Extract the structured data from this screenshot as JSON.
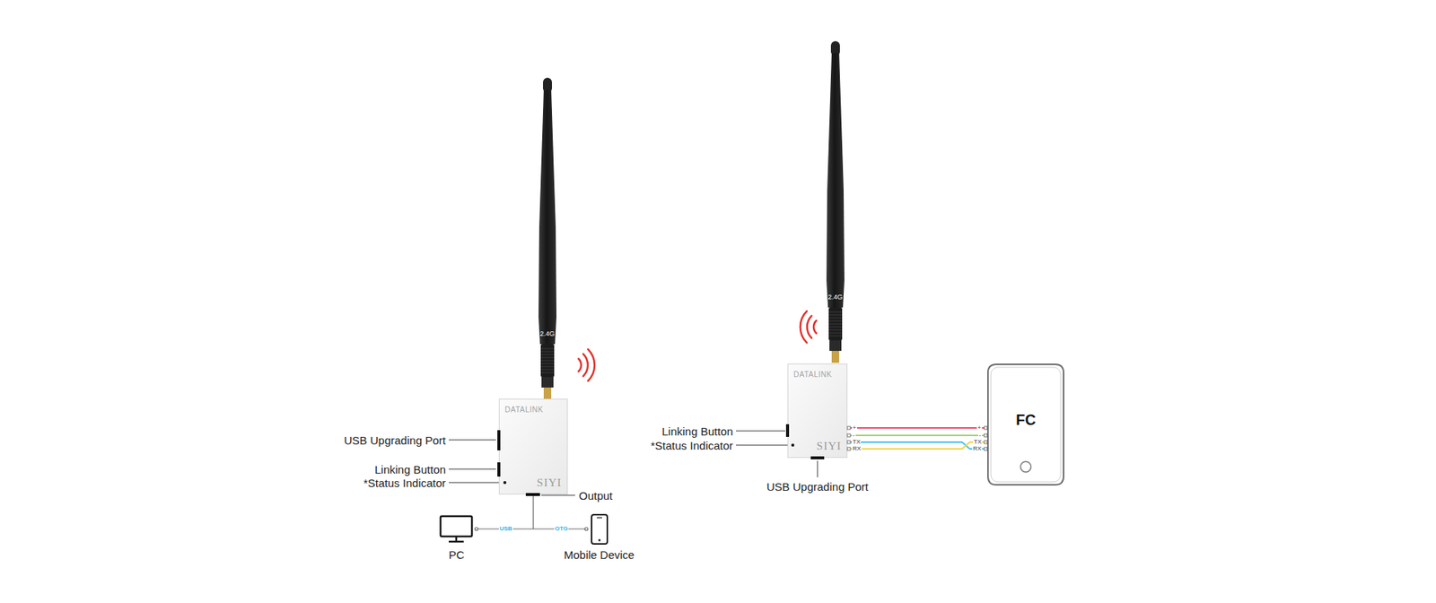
{
  "diagram": {
    "nodes": [
      {
        "text": [
          "DATALINK",
          "SIYI"
        ]
      },
      {
        "text": [
          "DATALINK",
          "SIYI"
        ]
      },
      {
        "text": [
          "FC"
        ]
      }
    ],
    "edges": [
      {
        "from": 1,
        "to": 2,
        "arrow": "none"
      },
      {
        "from": 1,
        "to": 2,
        "arrow": "none"
      },
      {
        "from": 1,
        "to": 2,
        "arrow": "none"
      },
      {
        "from": 1,
        "to": 2,
        "arrow": "none"
      }
    ],
    "labels": [
      "2.4G",
      "USB Upgrading Port",
      "Linking Button",
      "*Status Indicator",
      "Output",
      "USB",
      "OTG",
      "PC",
      "Mobile Device",
      "2.4G",
      "Linking Button",
      "*Status Indicator",
      "USB Upgrading Port",
      "+",
      "-",
      "TX",
      "RX",
      "+",
      "-",
      "TX",
      "RX"
    ]
  }
}
